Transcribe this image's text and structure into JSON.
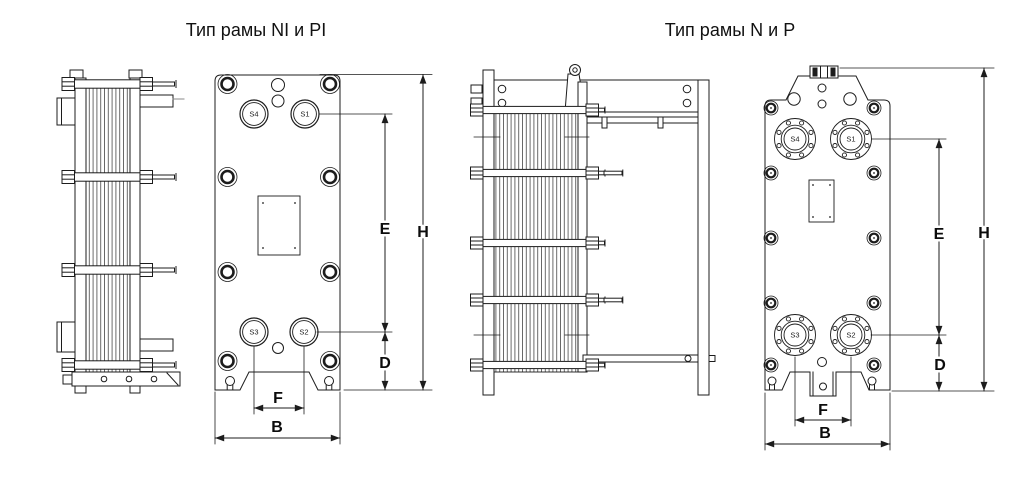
{
  "colors": {
    "ink": "#1c1c1c",
    "paper": "#ffffff"
  },
  "diagrams": [
    {
      "id": "frame-ni-pi",
      "title": "Тип рамы NI и PI",
      "ports": {
        "s1": "S1",
        "s2": "S2",
        "s3": "S3",
        "s4": "S4"
      },
      "dims": {
        "h": "H",
        "e": "E",
        "d": "D",
        "f": "F",
        "b": "B"
      }
    },
    {
      "id": "frame-n-p",
      "title": "Тип рамы N и P",
      "ports": {
        "s1": "S1",
        "s2": "S2",
        "s3": "S3",
        "s4": "S4"
      },
      "dims": {
        "h": "H",
        "e": "E",
        "d": "D",
        "f": "F",
        "b": "B"
      }
    }
  ]
}
